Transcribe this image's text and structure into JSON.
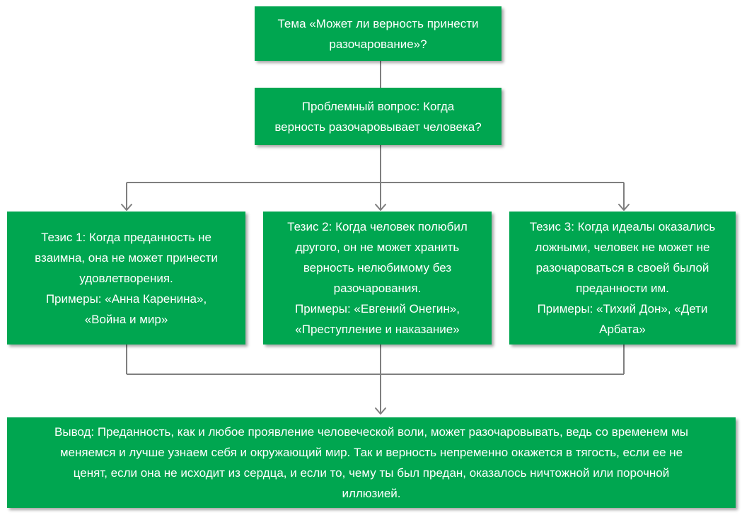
{
  "colors": {
    "box_fill": "#00a650",
    "box_text": "#ffffff",
    "connector": "#7f7f7f"
  },
  "topic": "Тема «Может ли верность принести\nразочарование»?",
  "question": "Проблемный вопрос: Когда\nверность разочаровывает человека?",
  "theses": [
    {
      "text": "Тезис 1: Когда преданность не\nвзаимна, она не может принести\nудовлетворения.\nПримеры: «Анна Каренина»,\n«Война и мир»"
    },
    {
      "text": "Тезис 2: Когда человек полюбил\nдругого, он не может хранить\nверность нелюбимому без\nразочарования.\nПримеры: «Евгений Онегин»,\n«Преступление и наказание»"
    },
    {
      "text": "Тезис 3: Когда идеалы оказались\nложными, человек не может не\nразочароваться в своей былой\nпреданности им.\nПримеры: «Тихий Дон», «Дети\nАрбата»"
    }
  ],
  "conclusion": "Вывод: Преданность, как и любое проявление человеческой воли, может разочаровывать, ведь со временем мы\nменяемся и лучше узнаем себя и окружающий мир. Так и верность непременно окажется в тягость, если ее не\nценят, если она не исходит из сердца, и если то, чему ты был предан, оказалось ничтожной или порочной\nиллюзией."
}
